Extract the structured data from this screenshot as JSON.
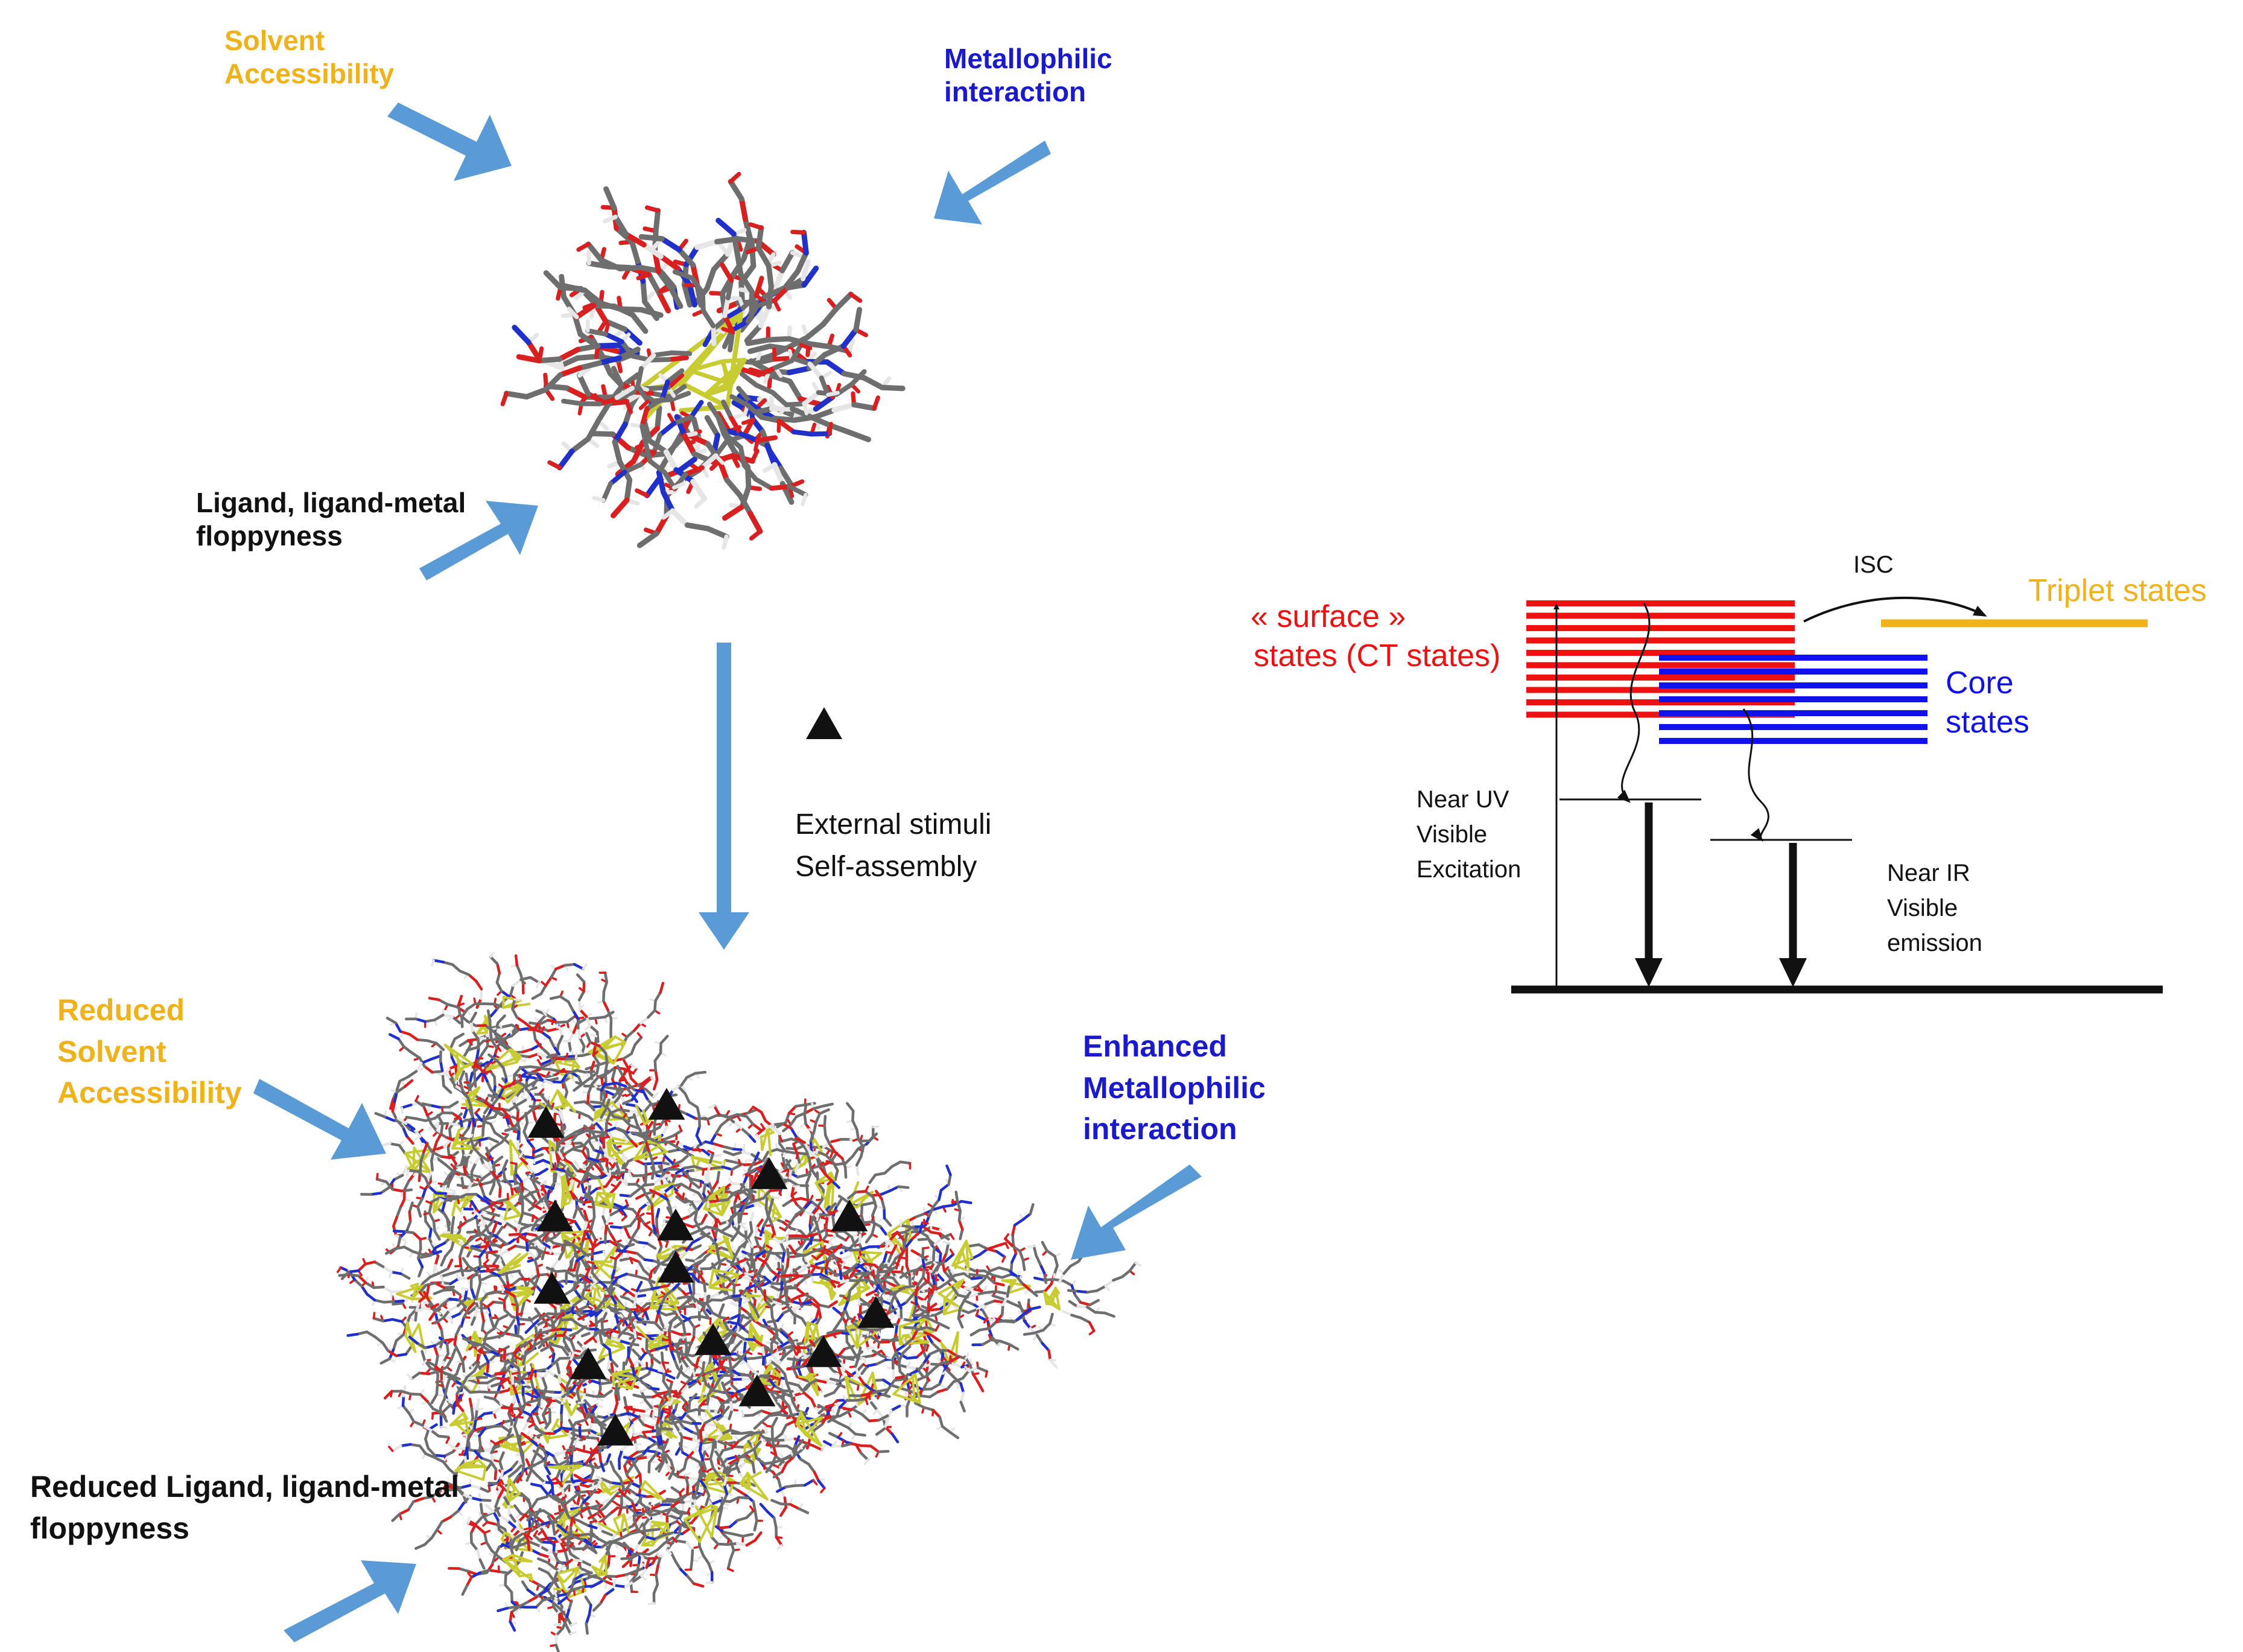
{
  "colors": {
    "arrow_blue": "#5b9bd5",
    "solvent_yellow": "#f0b21a",
    "metallo_blue": "#1a1acc",
    "surface_red": "#ee1111",
    "core_blue": "#1111ee",
    "triplet_yellow": "#f0b21a",
    "text_black": "#111111",
    "carbon_gray": "#6e6e6e",
    "oxygen_red": "#d92020",
    "nitrogen_blue": "#2030c8",
    "metal_yellow": "#c8cc33",
    "hydrogen_white": "#e6e6e6"
  },
  "top_cluster": {
    "solvent": {
      "line1": "Solvent",
      "line2": "Accessibility"
    },
    "metallophilic": {
      "line1": "Metallophilic",
      "line2": "interaction"
    },
    "ligand": {
      "line1": "Ligand, ligand-metal",
      "line2": "floppyness"
    }
  },
  "transition": {
    "line1": "External stimuli",
    "line2": "Self-assembly"
  },
  "bottom_assembly": {
    "solvent": {
      "line1": "Reduced",
      "line2": "Solvent",
      "line3": "Accessibility"
    },
    "metallophilic": {
      "line1": "Enhanced",
      "line2": "Metallophilic",
      "line3": "interaction"
    },
    "ligand": {
      "line1": "Reduced Ligand, ligand-metal",
      "line2": "floppyness"
    }
  },
  "energy_diagram": {
    "surface": {
      "line1": "« surface »",
      "line2": "states (CT states)"
    },
    "core": {
      "line1": "Core",
      "line2": "states"
    },
    "triplet": "Triplet states",
    "isc": "ISC",
    "excitation": {
      "line1": "Near UV",
      "line2": "Visible",
      "line3": "Excitation"
    },
    "emission": {
      "line1": "Near IR",
      "line2": "Visible",
      "line3": "emission"
    }
  }
}
